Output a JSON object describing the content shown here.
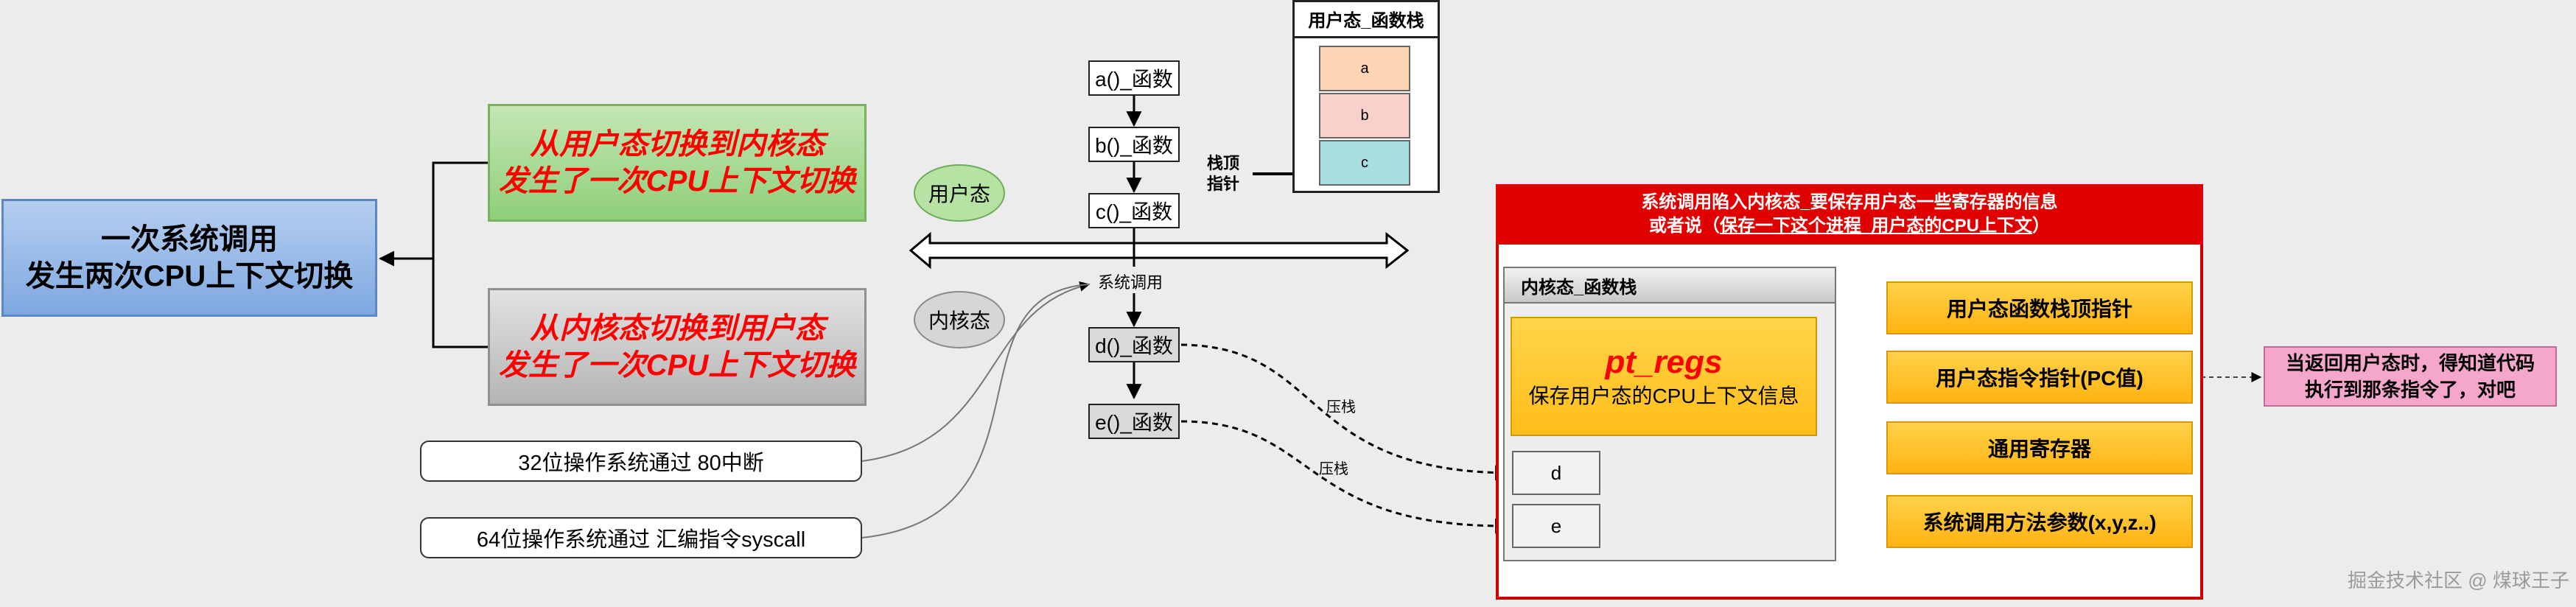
{
  "main_box": {
    "line1": "一次系统调用",
    "line2": "发生两次CPU上下文切换"
  },
  "switch_to_kernel": {
    "line1": "从用户态切换到内核态",
    "line2": "发生了一次CPU上下文切换"
  },
  "switch_to_user": {
    "line1": "从内核态切换到用户态",
    "line2": "发生了一次CPU上下文切换"
  },
  "user_mode_label": "用户态",
  "kernel_mode_label": "内核态",
  "user_functions": [
    "a()_函数",
    "b()_函数",
    "c()_函数"
  ],
  "syscall_label": "系统调用",
  "kernel_functions": [
    "d()_函数",
    "e()_函数"
  ],
  "callouts": {
    "x32": "32位操作系统通过 80中断",
    "x64": "64位操作系统通过 汇编指令syscall"
  },
  "user_stack": {
    "title": "用户态_函数栈",
    "cells": [
      "a",
      "b",
      "c"
    ],
    "pointer_line1": "栈顶",
    "pointer_line2": "指针"
  },
  "kernel_panel": {
    "header_line1": "系统调用陷入内核态_要保存用户态一些寄存器的信息",
    "header_prefix": "或者说（",
    "header_underlined": "保存一下这个进程_用户态的CPU上下文",
    "header_suffix": "）",
    "stack_title": "内核态_函数栈",
    "pt_regs_name": "pt_regs",
    "pt_regs_desc": "保存用户态的CPU上下文信息",
    "stack_cells": [
      "d",
      "e"
    ]
  },
  "push_labels": [
    "压栈",
    "压栈"
  ],
  "saved_items": [
    "用户态函数栈顶指针",
    "用户态指令指针(PC值)",
    "通用寄存器",
    "系统调用方法参数(x,y,z..)"
  ],
  "note": {
    "line1": "当返回用户态时，得知道代码",
    "line2": "执行到那条指令了，对吧"
  },
  "watermark": "掘金技术社区 @ 煤球王子",
  "colors": {
    "accent_red": "#e00000",
    "orange": "#ffc000",
    "green": "#8fcf7a",
    "blue": "#7ea8e0",
    "pink": "#f4a6cb"
  }
}
